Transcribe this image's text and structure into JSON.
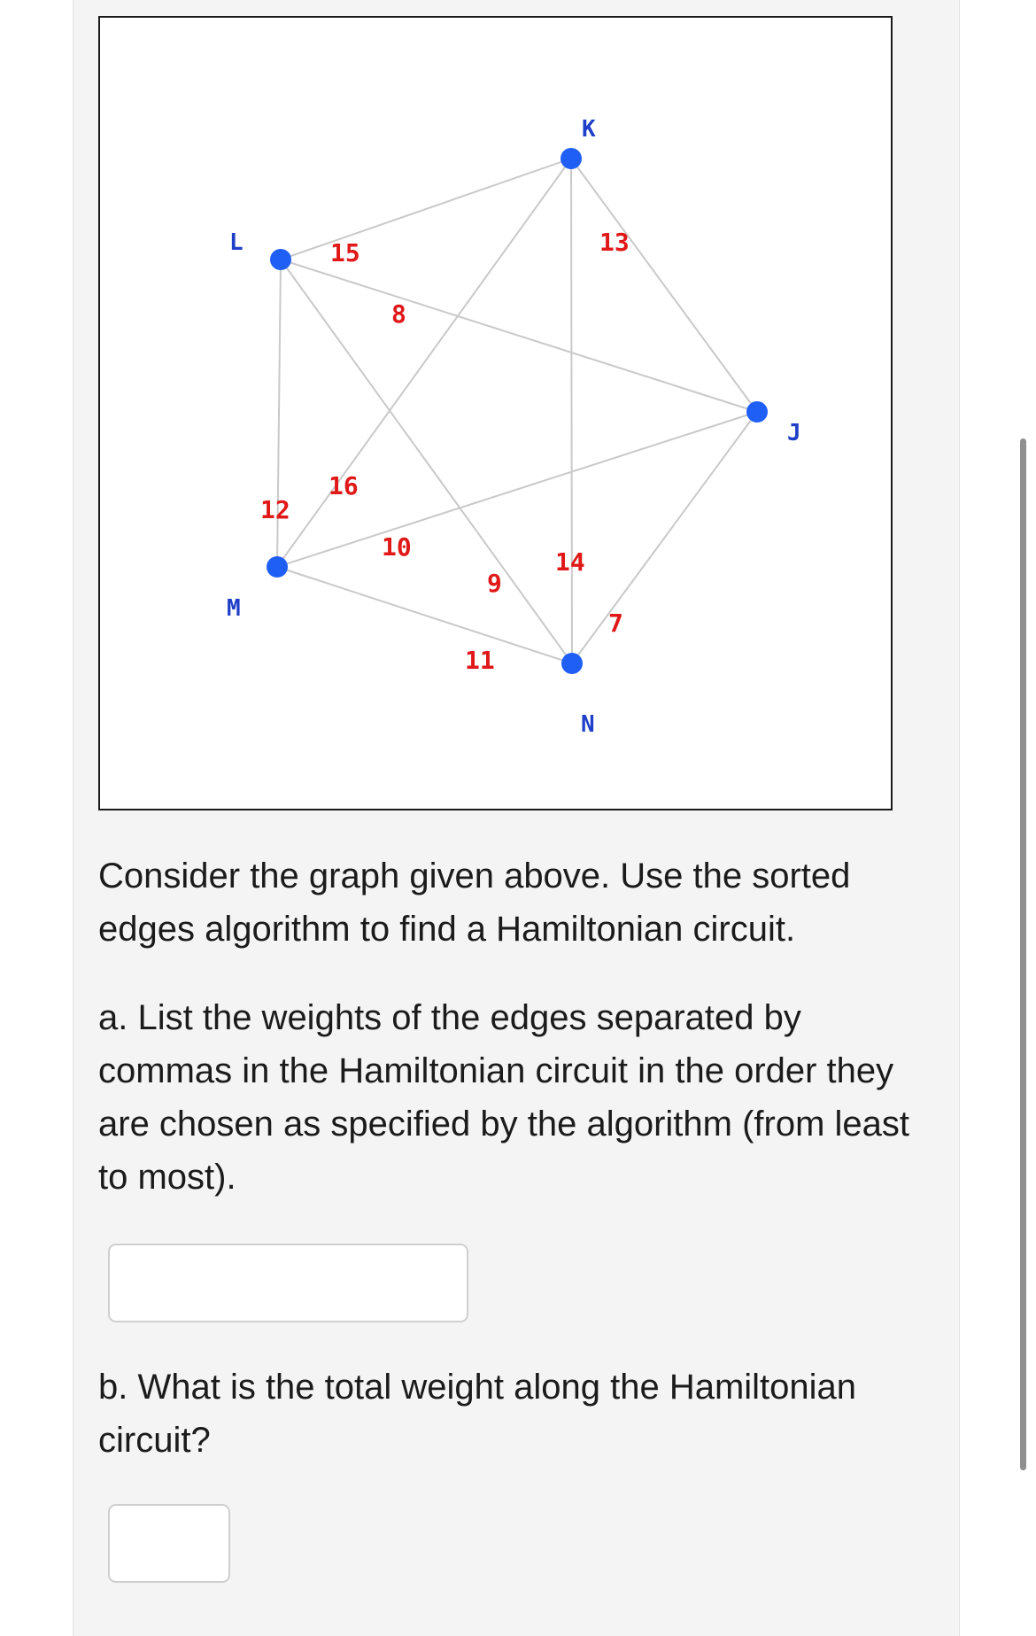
{
  "graph": {
    "vertices": [
      {
        "id": "K",
        "label": "K"
      },
      {
        "id": "L",
        "label": "L"
      },
      {
        "id": "J",
        "label": "J"
      },
      {
        "id": "M",
        "label": "M"
      },
      {
        "id": "N",
        "label": "N"
      }
    ],
    "edges": [
      {
        "from": "L",
        "to": "K",
        "weight": "15"
      },
      {
        "from": "L",
        "to": "J",
        "weight": "8"
      },
      {
        "from": "L",
        "to": "N",
        "weight": "9"
      },
      {
        "from": "L",
        "to": "M",
        "weight": "12"
      },
      {
        "from": "M",
        "to": "K",
        "weight": "16"
      },
      {
        "from": "M",
        "to": "J",
        "weight": "10"
      },
      {
        "from": "M",
        "to": "N",
        "weight": "11"
      },
      {
        "from": "K",
        "to": "J",
        "weight": "13"
      },
      {
        "from": "K",
        "to": "N",
        "weight": "14"
      },
      {
        "from": "J",
        "to": "N",
        "weight": "7"
      }
    ],
    "colors": {
      "vertex": "#1f5ff5",
      "vertex_label": "#1f3fc8",
      "weight_label": "#e01818",
      "edge": "#c9c9c9"
    }
  },
  "question": {
    "prompt": "Consider the graph given above. Use the sorted edges algorithm to find a Hamiltonian circuit.",
    "part_a": "a. List the weights of the edges separated by commas in the Hamiltonian circuit in the order they are chosen as specified by the algorithm (from least to most).",
    "part_a_value": "",
    "part_b": "b. What is the total weight along the Hamiltonian circuit?",
    "part_b_value": ""
  }
}
